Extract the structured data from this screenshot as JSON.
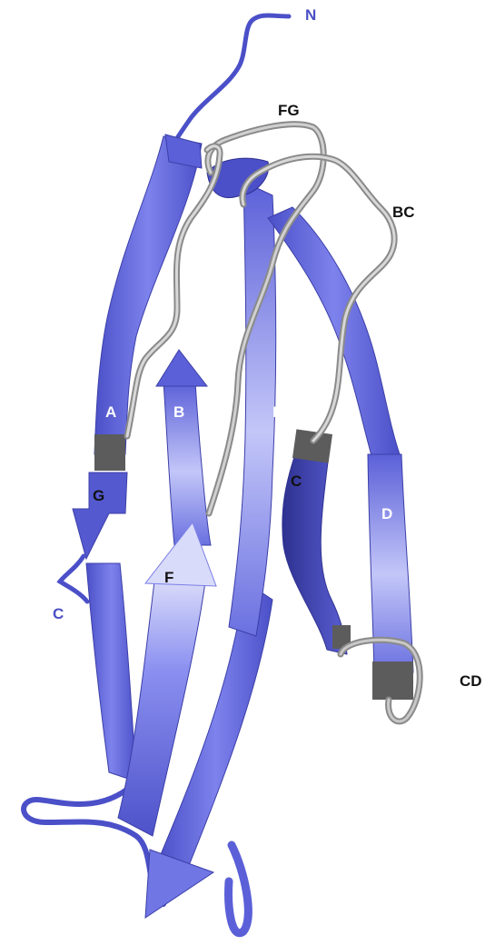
{
  "colors": {
    "strand": "#6a70e0",
    "strand_light": "#b9bdf6",
    "strand_dark": "#3c3fa8",
    "loop": "#b9b9b9",
    "loop_edge": "#8a8a8a",
    "end_cap": "#5c5c5c",
    "terminus_label": "#4a4fc4"
  },
  "labels": {
    "n_terminus": "N",
    "c_terminus": "C",
    "strand_a": "A",
    "strand_b": "B",
    "strand_c": "C",
    "strand_d": "D",
    "strand_e": "E",
    "strand_f": "F",
    "strand_g": "G",
    "loop_fg": "FG",
    "loop_bc": "BC",
    "loop_cd": "CD"
  }
}
